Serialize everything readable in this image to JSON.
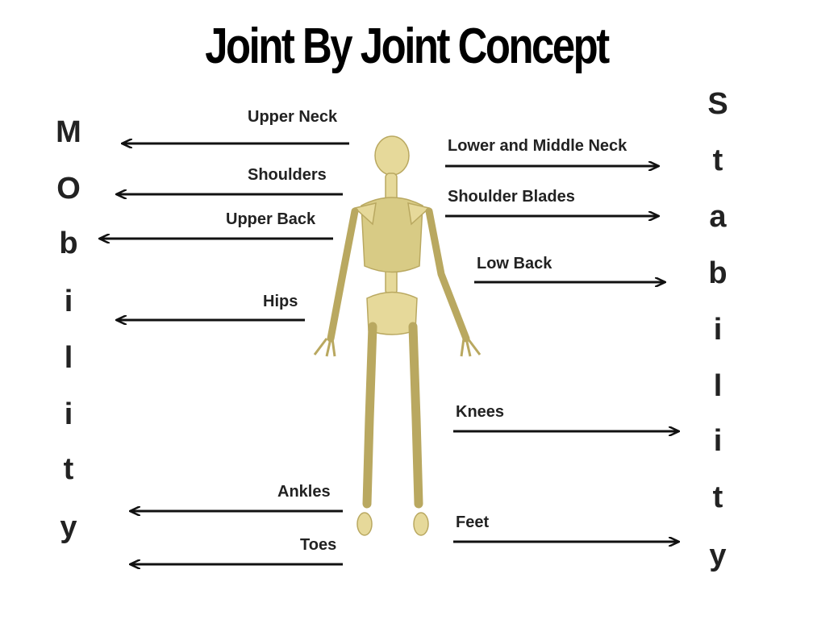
{
  "title": "Joint By Joint Concept",
  "mobility_word": [
    "M",
    "O",
    "b",
    "i",
    "l",
    "i",
    "t",
    "y"
  ],
  "stability_word": [
    "S",
    "t",
    "a",
    "b",
    "i",
    "l",
    "i",
    "t",
    "y"
  ],
  "mobility_joints": [
    "Upper Neck",
    "Shoulders",
    "Upper Back",
    "Hips",
    "Ankles",
    "Toes"
  ],
  "stability_joints": [
    "Lower and Middle Neck",
    "Shoulder Blades",
    "Low Back",
    "Knees",
    "Feet"
  ],
  "colors": {
    "bone": "#e6d99a",
    "bone_shadow": "#b9a860",
    "arrow": "#111111"
  }
}
